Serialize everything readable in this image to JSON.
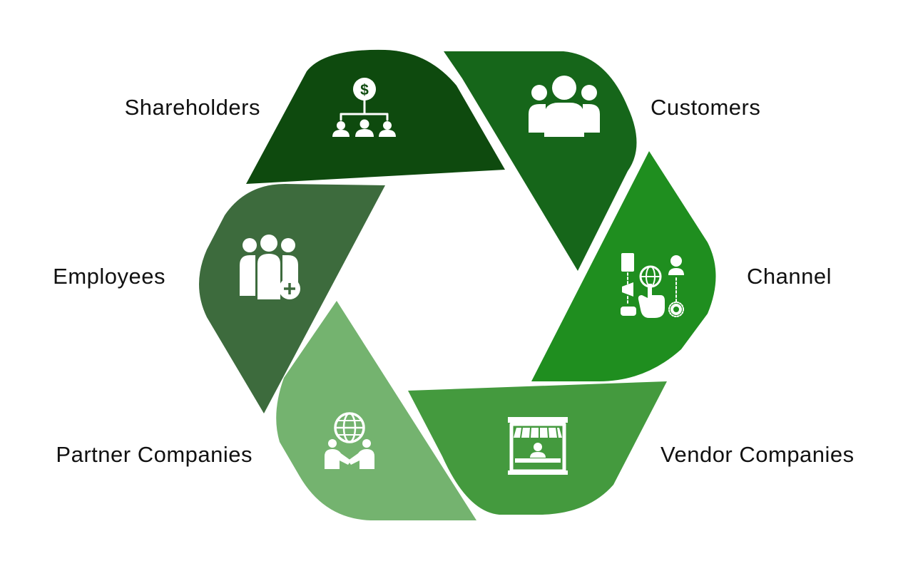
{
  "segments": [
    {
      "id": "shareholders",
      "label": "Shareholders",
      "color": "#0e4a0e",
      "icon": "shareholders-hierarchy-icon"
    },
    {
      "id": "customers",
      "label": "Customers",
      "color": "#16661a",
      "icon": "customers-group-icon"
    },
    {
      "id": "channel",
      "label": "Channel",
      "color": "#1f8e1f",
      "icon": "channel-network-icon"
    },
    {
      "id": "vendor",
      "label": "Vendor Companies",
      "color": "#449a3e",
      "icon": "vendor-shop-icon"
    },
    {
      "id": "partner",
      "label": "Partner Companies",
      "color": "#74b36f",
      "icon": "partner-handshake-icon"
    },
    {
      "id": "employees",
      "label": "Employees",
      "color": "#3d6b3d",
      "icon": "employees-add-icon"
    }
  ]
}
